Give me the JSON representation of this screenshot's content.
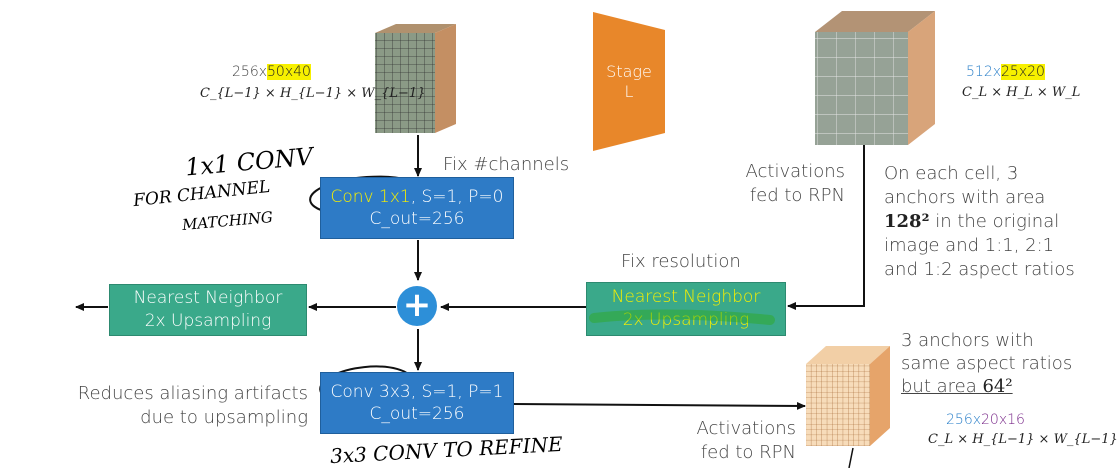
{
  "top_left": {
    "size_prefix": "256x",
    "size_highlight": "50x40",
    "formula": "C_{L−1} × H_{L−1} × W_{L−1}"
  },
  "stage": {
    "line1": "Stage",
    "line2": "L"
  },
  "top_right": {
    "size_blue": "512x",
    "size_highlight": "25x20",
    "formula": "C_L × H_L × W_L"
  },
  "fix_channels": "Fix #channels",
  "conv1": {
    "highlight": "Conv 1x1",
    "rest": ", S=1, P=0",
    "line2": "C_out=256"
  },
  "activations_top": {
    "line1": "Activations",
    "line2": "fed to RPN"
  },
  "anchors_text": {
    "line1": "On each cell, 3",
    "line2": "anchors with area",
    "line3_math": "128²",
    "line3_rest": " in the original",
    "line4": "image and 1:1, 2:1",
    "line5": "and 1:2 aspect ratios"
  },
  "fix_resolution": "Fix resolution",
  "nn_left": {
    "line1": "Nearest Neighbor",
    "line2": "2x Upsampling"
  },
  "nn_right": {
    "line1": "Nearest Neighbor",
    "line2": "2x Upsampling"
  },
  "plus_symbol": "+",
  "conv3": {
    "line1": "Conv 3x3, S=1, P=1",
    "line2": "C_out=256"
  },
  "aliasing_text": {
    "line1": "Reduces aliasing artifacts",
    "line2": "due to upsampling"
  },
  "activations_bottom": {
    "line1": "Activations",
    "line2": "fed to RPN"
  },
  "anchors_bottom": {
    "line1": "3 anchors with",
    "line2": "same aspect ratios",
    "line3_under": "but area ",
    "line3_math": "64²"
  },
  "bottom_right": {
    "size_blue": "256x",
    "size_purple": "20x16",
    "formula": "C_L × H_{L−1} × W_{L−1}"
  },
  "handwritten": {
    "conv_title": "1x1 CONV",
    "purpose_line1": "FOR CHANNEL",
    "purpose_line2": "MATCHING",
    "refine": "3x3 CONV TO REFINE"
  },
  "colors": {
    "blue_box": "#2e7bc6",
    "green_box": "#3aa98a",
    "stage": "#e8872a",
    "highlight": "#f7f000",
    "plus": "#2d8fd8",
    "size_blue": "#2a7fc9",
    "size_purple": "#7a2a8a"
  }
}
